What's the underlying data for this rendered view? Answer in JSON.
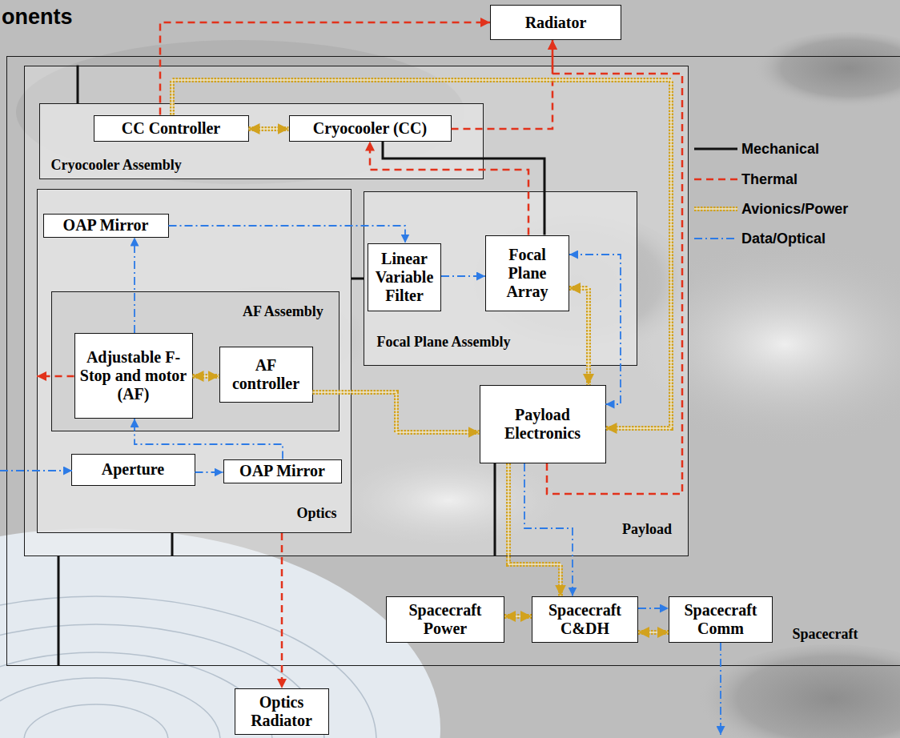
{
  "diagram": {
    "title": "onents",
    "nodes": [
      {
        "text": [
          "Radiator"
        ]
      },
      {
        "text": [
          "Spacecraft"
        ]
      },
      {
        "text": [
          "Payload"
        ],
        "in": 1
      },
      {
        "text": [
          "Cryocooler Assembly"
        ],
        "in": 2
      },
      {
        "text": [
          "CC Controller"
        ],
        "in": 3
      },
      {
        "text": [
          "Cryocooler (CC)"
        ],
        "in": 3
      },
      {
        "text": [
          "Optics"
        ],
        "in": 2
      },
      {
        "text": [
          "OAP Mirror"
        ],
        "in": 6
      },
      {
        "text": [
          "AF Assembly"
        ],
        "in": 6
      },
      {
        "text": [
          "Adjustable F-Stop and motor (AF)"
        ],
        "in": 8
      },
      {
        "text": [
          "AF controller"
        ],
        "in": 8
      },
      {
        "text": [
          "Aperture"
        ],
        "in": 6
      },
      {
        "text": [
          "OAP Mirror"
        ],
        "in": 6
      },
      {
        "text": [
          "Focal Plane Assembly"
        ],
        "in": 2
      },
      {
        "text": [
          "Linear Variable Filter"
        ],
        "in": 13
      },
      {
        "text": [
          "Focal Plane Array"
        ],
        "in": 13
      },
      {
        "text": [
          "Payload Electronics"
        ],
        "in": 2
      },
      {
        "text": [
          "Spacecraft Power"
        ],
        "in": 1
      },
      {
        "text": [
          "Spacecraft C&DH"
        ],
        "in": 1
      },
      {
        "text": [
          "Spacecraft Comm"
        ],
        "in": 1
      },
      {
        "text": [
          "Optics Radiator"
        ]
      }
    ],
    "edges": [
      {
        "from": 4,
        "to": 0,
        "arrow": "to"
      },
      {
        "from": 5,
        "to": 0,
        "arrow": "to"
      },
      {
        "from": 16,
        "to": 0,
        "arrow": "to"
      },
      {
        "from": 15,
        "to": 5,
        "arrow": "to"
      },
      {
        "from": 5,
        "to": 15,
        "arrow": "none"
      },
      {
        "from": 4,
        "to": 5,
        "arrow": "both"
      },
      {
        "from": 4,
        "to": 16,
        "arrow": "to"
      },
      {
        "from": 7,
        "to": 14,
        "arrow": "to"
      },
      {
        "from": 14,
        "to": 15,
        "arrow": "to"
      },
      {
        "from": 15,
        "to": 16,
        "arrow": "both"
      },
      {
        "from": 15,
        "to": 16,
        "arrow": "both"
      },
      {
        "from": 11,
        "to": 12,
        "arrow": "to"
      },
      {
        "from": 12,
        "to": 9,
        "arrow": "to"
      },
      {
        "from": 9,
        "to": 7,
        "arrow": "to"
      },
      {
        "from": 9,
        "to": 10,
        "arrow": "both"
      },
      {
        "from": 10,
        "to": 16,
        "arrow": "to"
      },
      {
        "from": 9,
        "to": 6,
        "arrow": "to"
      },
      {
        "from": 6,
        "to": 20,
        "arrow": "to"
      },
      {
        "from": 16,
        "to": 18,
        "arrow": "to"
      },
      {
        "from": 16,
        "to": 18,
        "arrow": "to"
      },
      {
        "from": 17,
        "to": 18,
        "arrow": "both"
      },
      {
        "from": 18,
        "to": 19,
        "arrow": "both"
      },
      {
        "from": 18,
        "to": 19,
        "arrow": "to"
      },
      {
        "from": 2,
        "to": 1,
        "arrow": "none"
      },
      {
        "from": 3,
        "to": 2,
        "arrow": "none"
      },
      {
        "from": 6,
        "to": 13,
        "arrow": "none"
      },
      {
        "from": 6,
        "to": 2,
        "arrow": "none"
      },
      {
        "from": 16,
        "to": 2,
        "arrow": "none"
      }
    ],
    "legend": [
      {
        "text": "Mechanical"
      },
      {
        "text": "Thermal"
      },
      {
        "text": "Avionics/Power"
      },
      {
        "text": "Data/Optical"
      }
    ]
  }
}
